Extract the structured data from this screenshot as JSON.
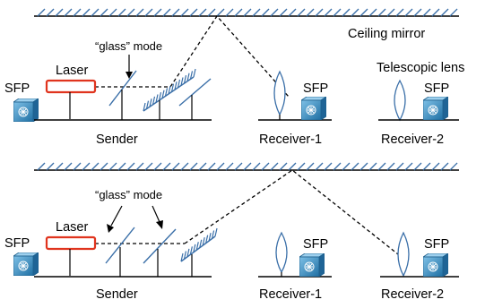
{
  "panels": [
    {
      "ceiling_label": "Ceiling mirror",
      "lens_label": "Telescopic lens",
      "glass_label": "“glass” mode",
      "laser_label": "Laser",
      "sender_sfp": "SFP",
      "receiver1_sfp": "SFP",
      "receiver2_sfp": "SFP",
      "sender_label": "Sender",
      "receiver1_label": "Receiver-1",
      "receiver2_label": "Receiver-2"
    },
    {
      "glass_label": "“glass” mode",
      "laser_label": "Laser",
      "sender_sfp": "SFP",
      "receiver1_sfp": "SFP",
      "receiver2_sfp": "SFP",
      "sender_label": "Sender",
      "receiver1_label": "Receiver-1",
      "receiver2_label": "Receiver-2"
    }
  ],
  "colors": {
    "laser_outline": "#e0341e",
    "sfp_blue": "#2f86b8",
    "mirror_blue": "#3a6fa8",
    "line": "#000000"
  }
}
